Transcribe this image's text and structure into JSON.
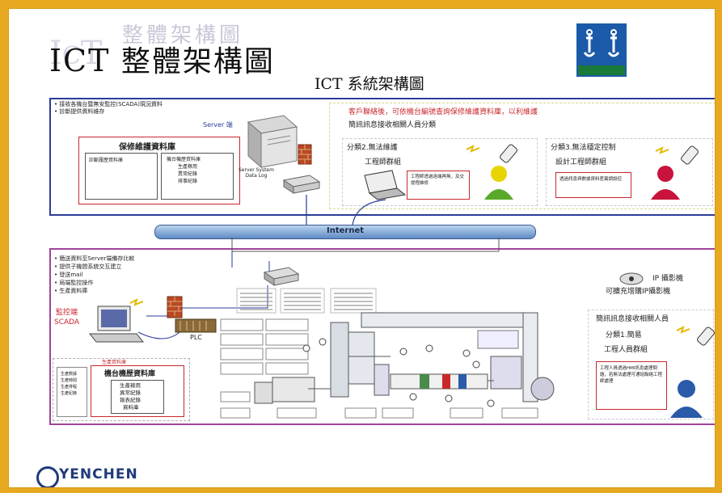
{
  "header": {
    "title_latin": "ICT",
    "title_cjk": "整體架構圖",
    "title_ghost": "整體架構圖",
    "subtitle": "ICT 系統架構圖"
  },
  "top_panel": {
    "notes": [
      "接收各機台暨無安監控(SCADA)現況資料",
      "診斷提供資料維存"
    ],
    "maint_db_title": "保修維護資料庫",
    "maint_db_left": "診斷履歷資料庫",
    "maint_db_right": [
      "機台機歷資料庫",
      "生產稼用",
      "異常紀錄",
      "排事紀錄"
    ],
    "server_label": "Server 端",
    "server_caption": "Server System\nData Log",
    "customer_note": "客戶聯絡後，可依機台編號查詢保修維護資料庫，以利維護",
    "notify_group": "簡訊訊息接收相關人員分類",
    "class2_title": "分類2.無法維護",
    "class2_group": "工程師群組",
    "class2_box": "工程師透過遠端再無，及交提程維修",
    "class3_title": "分類3.無法穩定控制",
    "class3_group": "設計工程師群組",
    "class3_box": "透過訊息與數據資料差異調設控"
  },
  "internet": {
    "label": "Internet"
  },
  "bottom_panel": {
    "notes": [
      "簡送資料至Server端備存比較",
      "提供子機間系統交互建立",
      "發送mail",
      "局端監控操作",
      "生產資料庫"
    ],
    "scada_label": "監控端\nSCADA",
    "plc_label": "PLC",
    "prod_db_outer": "生產資料庫",
    "prod_db_side": [
      "生產數據",
      "生產時間",
      "生產排程",
      "生產紀錄"
    ],
    "prod_db_title": "機台機歷資料庫",
    "prod_db_items": [
      "生產稼用",
      "異常紀錄",
      "報表紀錄",
      "資料庫"
    ],
    "ip_camera": "IP 攝影機",
    "ip_camera_extend": "可擴充增購IP攝影機",
    "notify_group": "簡訊訊息接收相關人員",
    "class1_title": "分類1.簡易",
    "class1_group": "工程人員群組",
    "class1_box": "工程人員透過HMI訊息處理問題，若無法處理可通話聯絡工程師處理"
  },
  "footer": {
    "brand": "YENCHEN"
  }
}
